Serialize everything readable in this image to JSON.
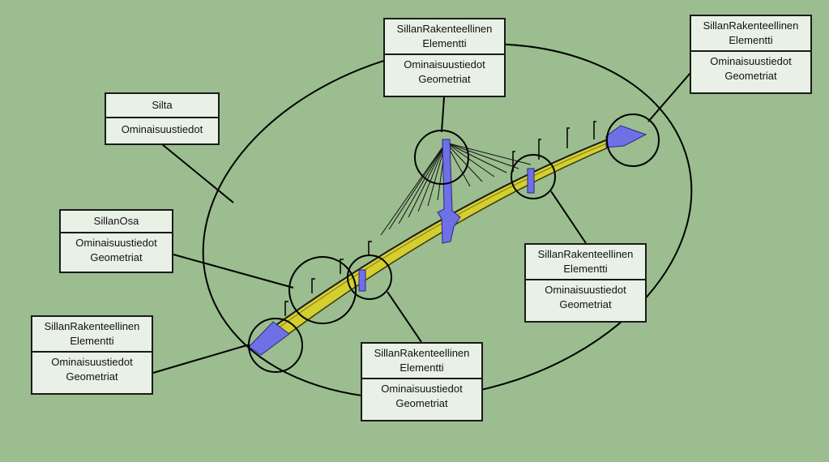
{
  "colors": {
    "background": "#9bbd8f",
    "box_fill": "#e9f1e6",
    "deck": "#d4cf2e",
    "abutment": "#6f6fe6",
    "line": "#000000"
  },
  "boxes": {
    "silta": {
      "title": "Silta",
      "props": "Ominaisuustiedot"
    },
    "sillan_osa": {
      "title": "SillanOsa",
      "props": "Ominaisuustiedot",
      "geom": "Geometriat"
    },
    "pylon_element": {
      "title_1": "SillanRakenteellinen",
      "title_2": "Elementti",
      "props": "Ominaisuustiedot",
      "geom": "Geometriat"
    },
    "end_element": {
      "title_1": "SillanRakenteellinen",
      "title_2": "Elementti",
      "props": "Ominaisuustiedot",
      "geom": "Geometriat"
    },
    "pier_element": {
      "title_1": "SillanRakenteellinen",
      "title_2": "Elementti",
      "props": "Ominaisuustiedot",
      "geom": "Geometriat"
    },
    "mid_pier_element": {
      "title_1": "SillanRakenteellinen",
      "title_2": "Elementti",
      "props": "Ominaisuustiedot",
      "geom": "Geometriat"
    },
    "start_element": {
      "title_1": "SillanRakenteellinen",
      "title_2": "Elementti",
      "props": "Ominaisuustiedot",
      "geom": "Geometriat"
    }
  }
}
